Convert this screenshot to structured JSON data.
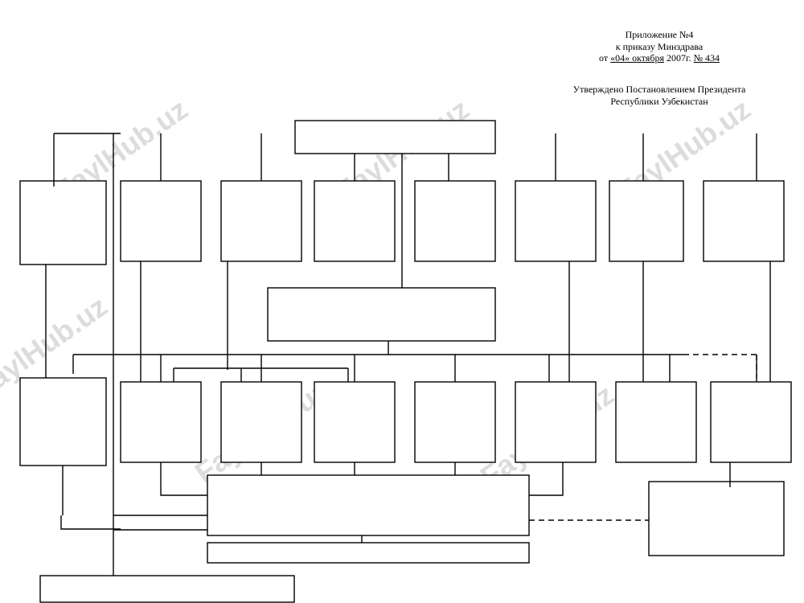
{
  "header": {
    "appendix_title": "Приложение №4",
    "order_line": "к приказу Минздрава",
    "date_prefix": "от ",
    "date_value": "«04» октября",
    "date_year": " 2007г. ",
    "order_number": "№ 434",
    "approval_line_1": "Утверждено Постановлением Президента",
    "approval_line_2": "Республики Узбекистан"
  },
  "watermark": {
    "text": "FaylHub.uz"
  },
  "colors": {
    "line": "#000000",
    "watermark": "#dcdcdc",
    "background": "#ffffff"
  }
}
